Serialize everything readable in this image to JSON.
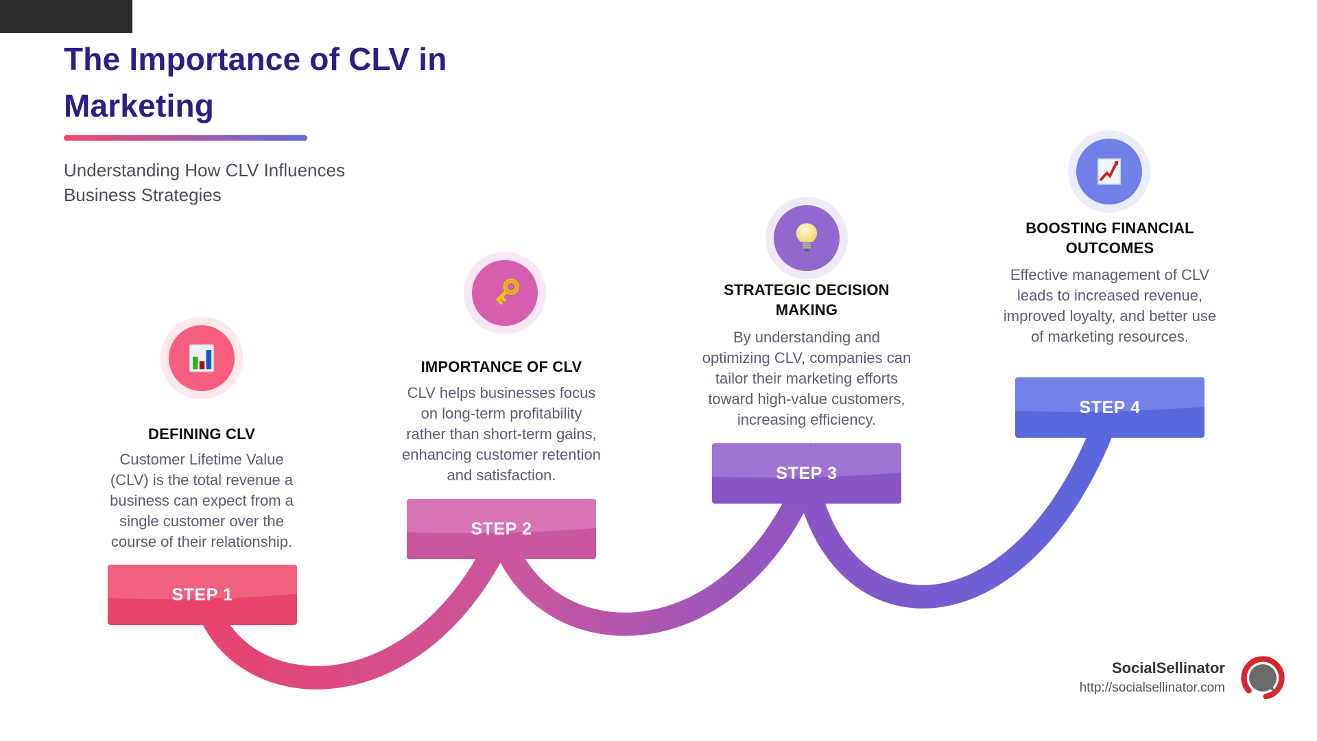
{
  "header": {
    "title": "The Importance of CLV in Marketing",
    "subtitle": "Understanding How CLV Influences Business Strategies",
    "title_color": "#2d1d85",
    "underline_gradient_from": "#f4476b",
    "underline_gradient_to": "#5f6be0"
  },
  "steps": [
    {
      "label": "STEP 1",
      "heading": "DEFINING CLV",
      "description": "Customer Lifetime Value (CLV) is the total revenue a business can expect from a single customer over the course of their relationship.",
      "icon": "bar-chart-icon",
      "circle_color": "#f65e7e",
      "box_color": "#e8436e",
      "box_highlight": "#f0617f"
    },
    {
      "label": "STEP 2",
      "heading": "IMPORTANCE OF CLV",
      "description": "CLV helps businesses focus on long-term profitability rather than short-term gains, enhancing customer retention and satisfaction.",
      "icon": "key-icon",
      "circle_color": "#d75fae",
      "box_color": "#c9569f",
      "box_highlight": "#d873b6"
    },
    {
      "label": "STEP 3",
      "heading": "STRATEGIC DECISION MAKING",
      "description": "By understanding and optimizing CLV, companies can tailor their marketing efforts toward high-value customers, increasing efficiency.",
      "icon": "light-bulb-icon",
      "circle_color": "#9268cf",
      "box_color": "#8a55c6",
      "box_highlight": "#9d74d2"
    },
    {
      "label": "STEP 4",
      "heading": "BOOSTING FINANCIAL OUTCOMES",
      "description": "Effective management of CLV leads to increased revenue, improved loyalty, and better use of marketing resources.",
      "icon": "chart-increasing-icon",
      "circle_color": "#7181e8",
      "box_color": "#5a68de",
      "box_highlight": "#7282e8"
    }
  ],
  "connector": {
    "gradient": [
      "#e8436e",
      "#c9569f",
      "#8a55c6",
      "#5a68de"
    ]
  },
  "footer": {
    "brand": "SocialSellinator",
    "url": "http://socialsellinator.com",
    "logo_ring_color": "#d8262c",
    "logo_bubble_color": "#6a6a6a"
  }
}
